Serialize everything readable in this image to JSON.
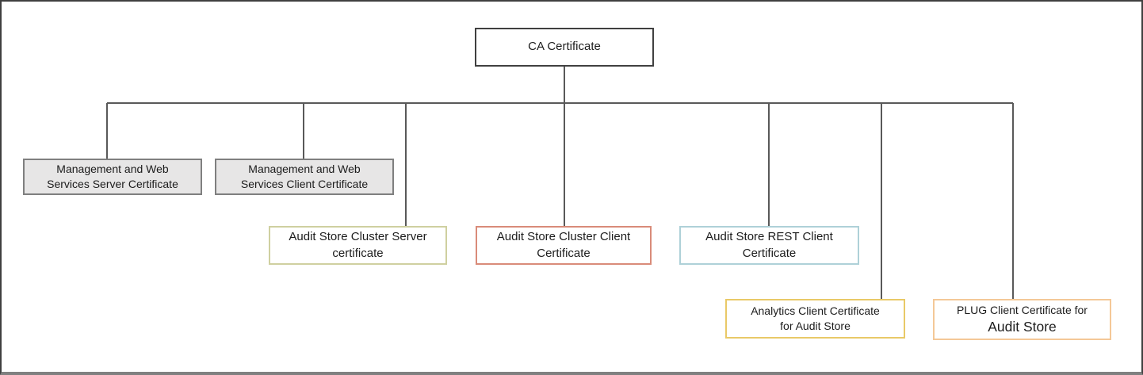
{
  "diagram": {
    "type": "hierarchy-flowchart",
    "line_color": "#595959",
    "frame_border_color": "#3f3f3f",
    "frame_bottom_color": "#808080",
    "nodes": {
      "ca": {
        "lines": [
          "CA Certificate"
        ],
        "border_color": "#404040",
        "fill": "#ffffff"
      },
      "mgmt_server": {
        "lines": [
          "Management and Web",
          "Services Server Certificate"
        ],
        "border_color": "#7f7f7f",
        "fill": "#e7e6e6"
      },
      "mgmt_client": {
        "lines": [
          "Management and Web",
          "Services Client Certificate"
        ],
        "border_color": "#7f7f7f",
        "fill": "#e7e6e6"
      },
      "audit_cluster_server": {
        "lines": [
          "Audit Store Cluster Server",
          "certificate"
        ],
        "border_color": "#cfd0a0",
        "fill": "#ffffff"
      },
      "audit_cluster_client": {
        "lines": [
          "Audit Store Cluster Client",
          "Certificate"
        ],
        "border_color": "#d98b79",
        "fill": "#ffffff"
      },
      "audit_rest_client": {
        "lines": [
          "Audit Store REST Client",
          "Certificate"
        ],
        "border_color": "#aed1d8",
        "fill": "#ffffff"
      },
      "analytics_client": {
        "lines": [
          "Analytics Client Certificate",
          "for Audit Store"
        ],
        "border_color": "#e9c967",
        "fill": "#ffffff"
      },
      "plug_client": {
        "lines": [
          "PLUG Client Certificate for",
          "Audit Store"
        ],
        "border_color": "#f4c897",
        "fill": "#ffffff"
      }
    }
  }
}
